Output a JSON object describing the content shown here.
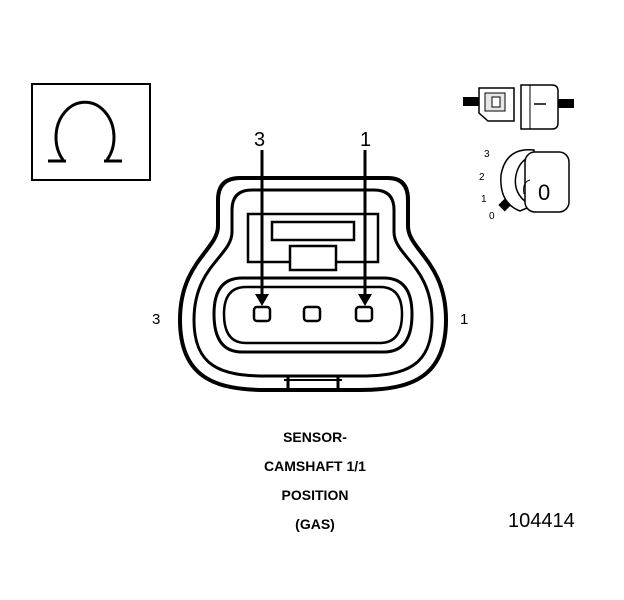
{
  "terminal_callouts": {
    "left": "3",
    "right": "1"
  },
  "side_labels": {
    "left": "3",
    "right": "1"
  },
  "lock_scale": {
    "s3": "3",
    "s2": "2",
    "s1": "1",
    "s0": "0"
  },
  "lock_position": "0",
  "caption": {
    "line1": "SENSOR-",
    "line2": "CAMSHAFT 1/1",
    "line3": "POSITION",
    "line4": "(GAS)"
  },
  "reference_number": "104414",
  "icons": [
    "omega-icon",
    "connector-halves-icon",
    "terminal-lock-icon"
  ]
}
